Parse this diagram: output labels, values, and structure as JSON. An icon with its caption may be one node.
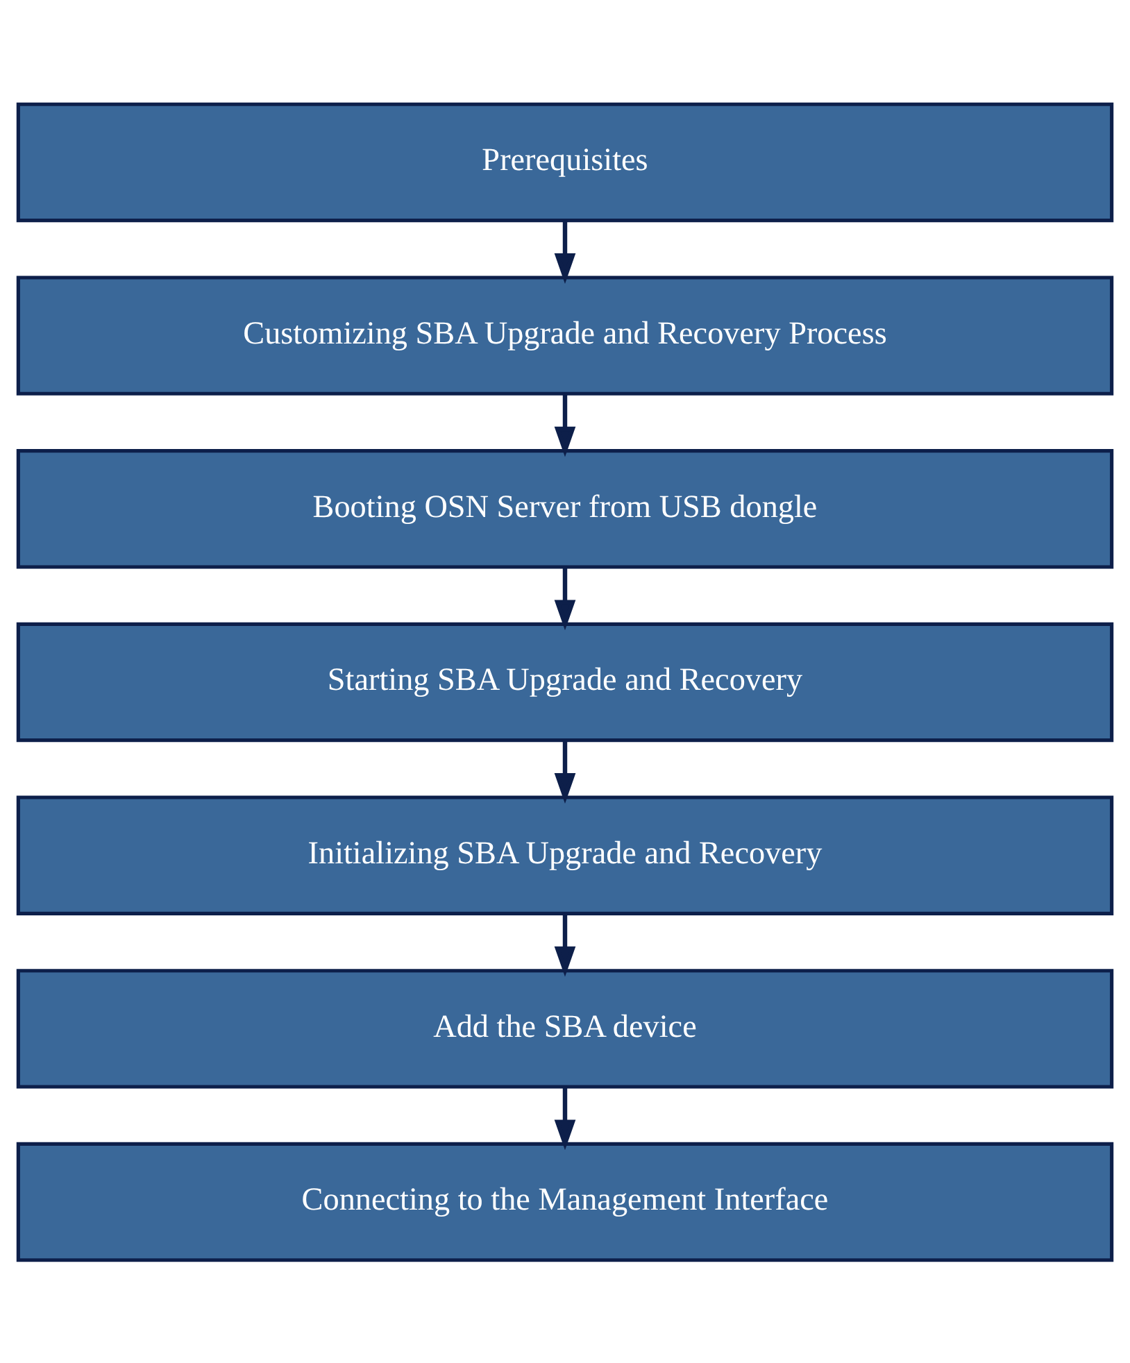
{
  "diagram": {
    "nodes": [
      {
        "text": [
          "Prerequisites"
        ]
      },
      {
        "text": [
          "Customizing SBA Upgrade and Recovery Process"
        ]
      },
      {
        "text": [
          "Booting OSN Server from USB dongle"
        ]
      },
      {
        "text": [
          "Starting SBA Upgrade and Recovery"
        ]
      },
      {
        "text": [
          "Initializing SBA Upgrade and Recovery"
        ]
      },
      {
        "text": [
          "Add the SBA device"
        ]
      },
      {
        "text": [
          "Connecting to the Management Interface"
        ]
      }
    ],
    "edges": [
      {
        "from": 0,
        "to": 1,
        "arrow": "to"
      },
      {
        "from": 1,
        "to": 2,
        "arrow": "to"
      },
      {
        "from": 2,
        "to": 3,
        "arrow": "to"
      },
      {
        "from": 3,
        "to": 4,
        "arrow": "to"
      },
      {
        "from": 4,
        "to": 5,
        "arrow": "to"
      },
      {
        "from": 5,
        "to": 6,
        "arrow": "to"
      }
    ]
  }
}
